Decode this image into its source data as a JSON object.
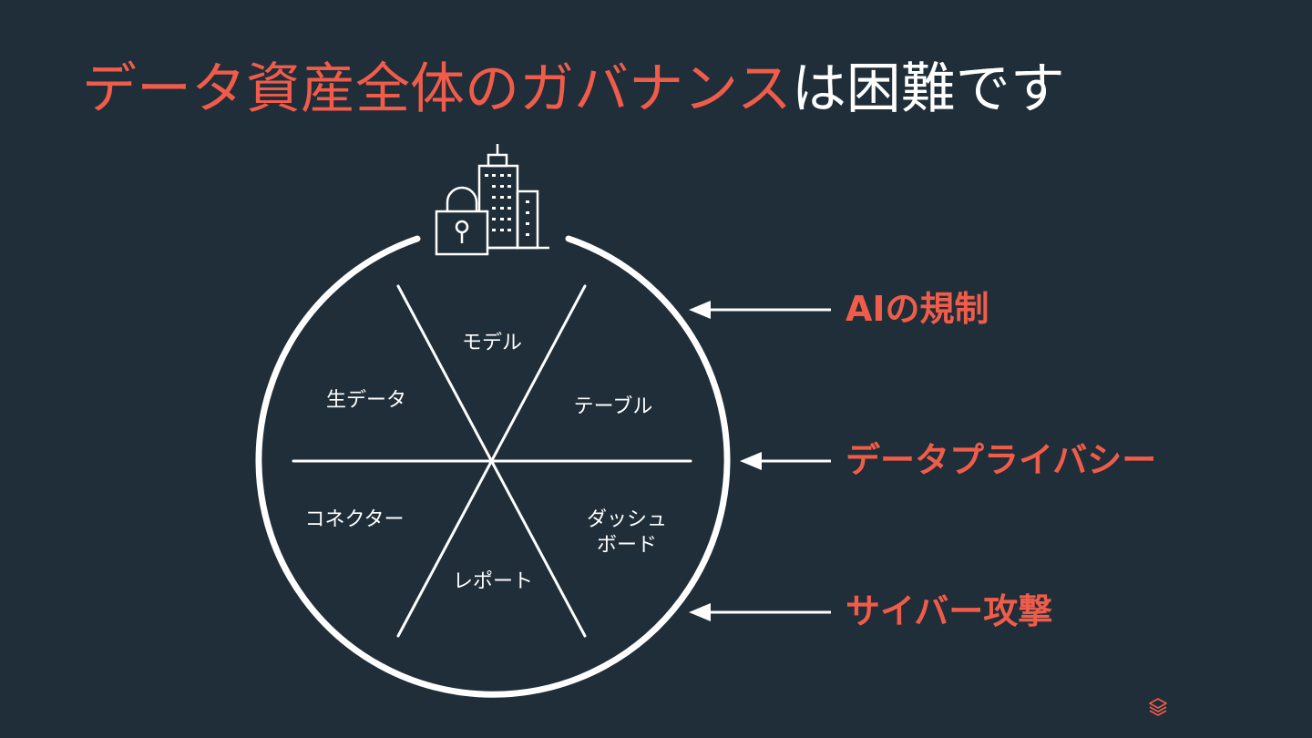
{
  "slide": {
    "title_accent": "データ資産全体のガバナンス",
    "title_rest": "は困難です"
  },
  "segments": {
    "model": "モデル",
    "raw_data": "生データ",
    "tables": "テーブル",
    "connectors": "コネクター",
    "dashboards_line1": "ダッシュ",
    "dashboards_line2": "ボード",
    "reports": "レポート"
  },
  "threats": {
    "ai_regulation": "AIの規制",
    "data_privacy": "データプライバシー",
    "cyber_attack": "サイバー攻撃"
  },
  "colors": {
    "background": "#1f2e38",
    "accent": "#f15c4a",
    "foreground": "#ffffff"
  },
  "icons": [
    "building-lock-icon",
    "stack-logo-icon"
  ]
}
